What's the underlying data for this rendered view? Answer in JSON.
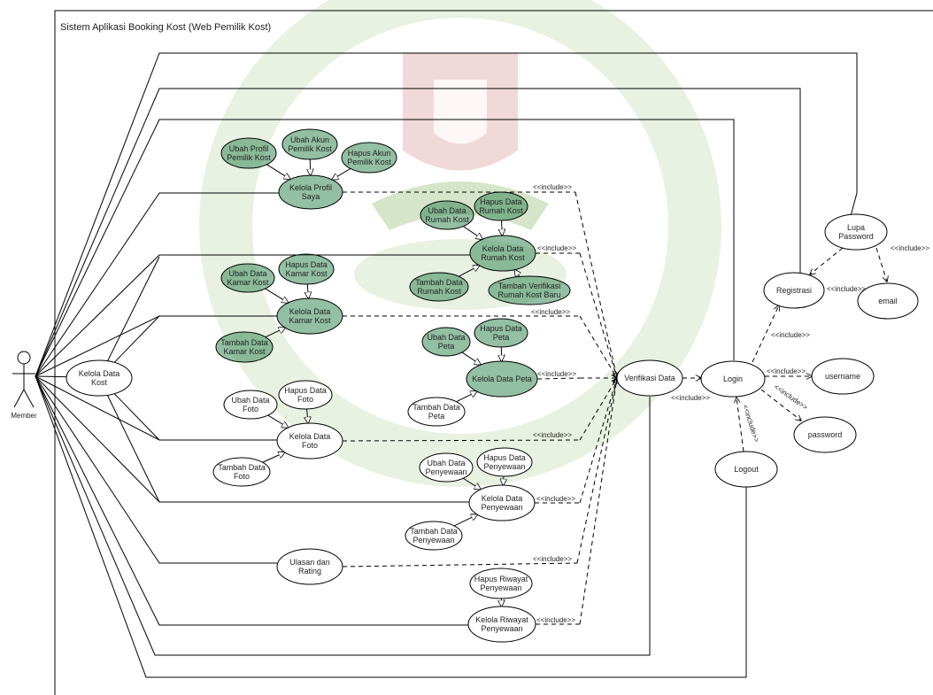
{
  "system_title": "Sistem Aplikasi Booking Kost (Web Pemilik Kost)",
  "actor": {
    "name": "Member"
  },
  "colors": {
    "green_usecase": "#3b8a5a",
    "plain_usecase": "#ffffff",
    "line": "#000000",
    "watermark": "#6a9e3a"
  },
  "use_cases": [
    {
      "id": "ubah-profil",
      "lines": [
        "Ubah Profil",
        "Pemilik Kost"
      ],
      "style": "green"
    },
    {
      "id": "ubah-akun",
      "lines": [
        "Ubah Akun",
        "Pemilik Kost"
      ],
      "style": "green"
    },
    {
      "id": "hapus-akun",
      "lines": [
        "Hapus Akun",
        "Pemilik Kost"
      ],
      "style": "green"
    },
    {
      "id": "kelola-profil",
      "lines": [
        "Kelola Profil",
        "Saya"
      ],
      "style": "green"
    },
    {
      "id": "ubah-rumah",
      "lines": [
        "Ubah Data",
        "Rumah Kost"
      ],
      "style": "green"
    },
    {
      "id": "hapus-rumah",
      "lines": [
        "Hapus Data",
        "Rumah Kost"
      ],
      "style": "green"
    },
    {
      "id": "kelola-rumah",
      "lines": [
        "Kelola Data",
        "Rumah Kost"
      ],
      "style": "green"
    },
    {
      "id": "tambah-rumah",
      "lines": [
        "Tambah Data",
        "Rumah Kost"
      ],
      "style": "green"
    },
    {
      "id": "verif-rumah",
      "lines": [
        "Tambah Verifikasi",
        "Rumah Kost Baru"
      ],
      "style": "green"
    },
    {
      "id": "ubah-kamar",
      "lines": [
        "Ubah Data",
        "Kamar Kost"
      ],
      "style": "green"
    },
    {
      "id": "hapus-kamar",
      "lines": [
        "Hapus Data",
        "Kamar Kost"
      ],
      "style": "green"
    },
    {
      "id": "kelola-kamar",
      "lines": [
        "Kelola Data",
        "Kamar Kost"
      ],
      "style": "green"
    },
    {
      "id": "tambah-kamar",
      "lines": [
        "Tambah Data",
        "Kamar Kost"
      ],
      "style": "green"
    },
    {
      "id": "ubah-peta",
      "lines": [
        "Ubah Data",
        "Peta"
      ],
      "style": "green"
    },
    {
      "id": "hapus-peta",
      "lines": [
        "Hapus Data",
        "Peta"
      ],
      "style": "green"
    },
    {
      "id": "kelola-peta",
      "lines": [
        "Kelola Data Peta"
      ],
      "style": "green"
    },
    {
      "id": "tambah-peta",
      "lines": [
        "Tambah Data",
        "Peta"
      ],
      "style": "plain"
    },
    {
      "id": "kelola-kost",
      "lines": [
        "Kelola Data",
        "Kost"
      ],
      "style": "plain"
    },
    {
      "id": "ubah-foto",
      "lines": [
        "Ubah Data",
        "Foto"
      ],
      "style": "plain"
    },
    {
      "id": "hapus-foto",
      "lines": [
        "Hapus Data",
        "Foto"
      ],
      "style": "plain"
    },
    {
      "id": "kelola-foto",
      "lines": [
        "Kelola Data",
        "Foto"
      ],
      "style": "plain"
    },
    {
      "id": "tambah-foto",
      "lines": [
        "Tambah Data",
        "Foto"
      ],
      "style": "plain"
    },
    {
      "id": "ubah-sewa",
      "lines": [
        "Ubah Data",
        "Penyewaan"
      ],
      "style": "plain"
    },
    {
      "id": "hapus-sewa",
      "lines": [
        "Hapus Data",
        "Penyewaan"
      ],
      "style": "plain"
    },
    {
      "id": "kelola-sewa",
      "lines": [
        "Kelola Data",
        "Penyewaan"
      ],
      "style": "plain"
    },
    {
      "id": "tambah-sewa",
      "lines": [
        "Tambah Data",
        "Penyewaan"
      ],
      "style": "plain"
    },
    {
      "id": "ulasan",
      "lines": [
        "Ulasan dan",
        "Rating"
      ],
      "style": "plain"
    },
    {
      "id": "hapus-riwayat",
      "lines": [
        "Hapus Riwayat",
        "Penyewaan"
      ],
      "style": "plain"
    },
    {
      "id": "kelola-riwayat",
      "lines": [
        "Kelola Riwayat",
        "Penyewaan"
      ],
      "style": "plain"
    },
    {
      "id": "verifikasi",
      "lines": [
        "Verifikasi Data"
      ],
      "style": "plain"
    },
    {
      "id": "login",
      "lines": [
        "Login"
      ],
      "style": "plain"
    },
    {
      "id": "logout",
      "lines": [
        "Logout"
      ],
      "style": "plain"
    },
    {
      "id": "registrasi",
      "lines": [
        "Registrasi"
      ],
      "style": "plain"
    },
    {
      "id": "lupa-password",
      "lines": [
        "Lupa",
        "Password"
      ],
      "style": "plain"
    },
    {
      "id": "email",
      "lines": [
        "email"
      ],
      "style": "plain"
    },
    {
      "id": "username",
      "lines": [
        "username"
      ],
      "style": "plain"
    },
    {
      "id": "password",
      "lines": [
        "password"
      ],
      "style": "plain"
    }
  ],
  "include_label": "<<include>>"
}
